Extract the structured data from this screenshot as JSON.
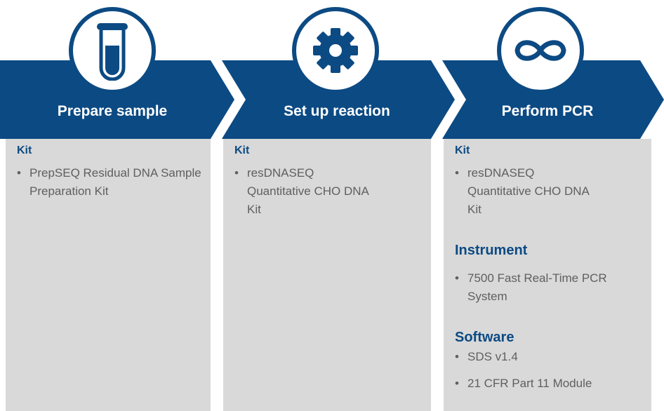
{
  "steps": [
    {
      "title": "Prepare sample",
      "icon": "test-tube-icon",
      "sections": [
        {
          "heading": "Kit",
          "items": [
            "PrepSEQ Residual DNA Sample Preparation Kit"
          ]
        }
      ]
    },
    {
      "title": "Set up reaction",
      "icon": "gear-icon",
      "sections": [
        {
          "heading": "Kit",
          "items": [
            "resDNASEQ Quantitative CHO DNA Kit"
          ]
        }
      ]
    },
    {
      "title": "Perform PCR",
      "icon": "infinity-icon",
      "sections": [
        {
          "heading": "Kit",
          "items": [
            "resDNASEQ Quantitative CHO DNA Kit"
          ]
        },
        {
          "heading": "Instrument",
          "items": [
            "7500 Fast Real-Time PCR System"
          ]
        },
        {
          "heading": "Software",
          "items": [
            "SDS v1.4",
            "21 CFR Part 11 Module"
          ]
        }
      ]
    }
  ],
  "colors": {
    "brand_blue": "#0c4a83",
    "panel_gray": "#d9d9d9",
    "text_gray": "#5f5f5f"
  }
}
